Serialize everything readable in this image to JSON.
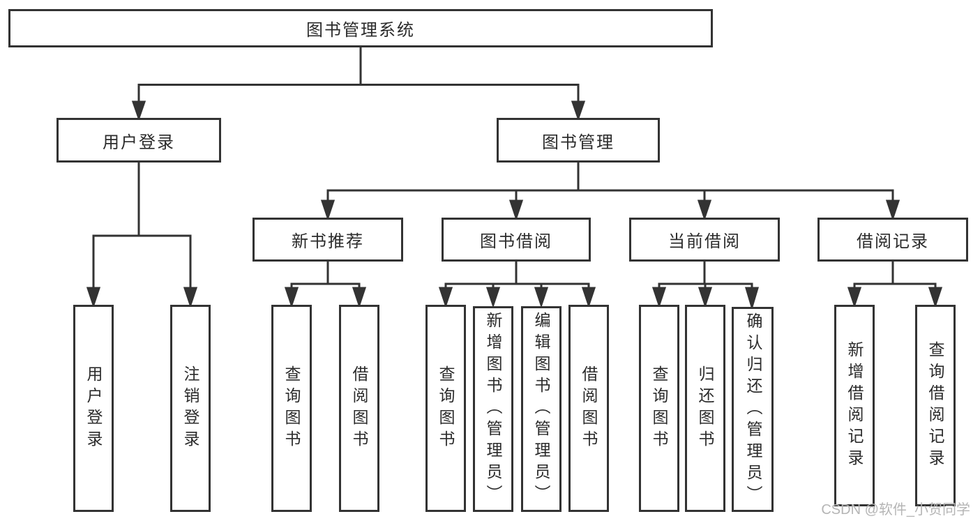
{
  "colors": {
    "line": "#333333",
    "box_border": "#333333",
    "box_text": "#2b2b2b",
    "background": "#ffffff",
    "watermark_text": "#b5b5b5"
  },
  "watermark": "CSDN @软件_小贺同学",
  "tree": {
    "root": "图书管理系统",
    "branches": [
      {
        "label": "用户登录",
        "children": [
          "用户登录",
          "注销登录"
        ]
      },
      {
        "label": "图书管理",
        "groups": [
          {
            "label": "新书推荐",
            "children": [
              "查询图书",
              "借阅图书"
            ]
          },
          {
            "label": "图书借阅",
            "children": [
              "查询图书",
              "新增图书（管理员）",
              "编辑图书（管理员）",
              "借阅图书"
            ]
          },
          {
            "label": "当前借阅",
            "children": [
              "查询图书",
              "归还图书",
              "确认归还（管理员）"
            ]
          },
          {
            "label": "借阅记录",
            "children": [
              "新增借阅记录",
              "查询借阅记录"
            ]
          }
        ]
      }
    ]
  }
}
